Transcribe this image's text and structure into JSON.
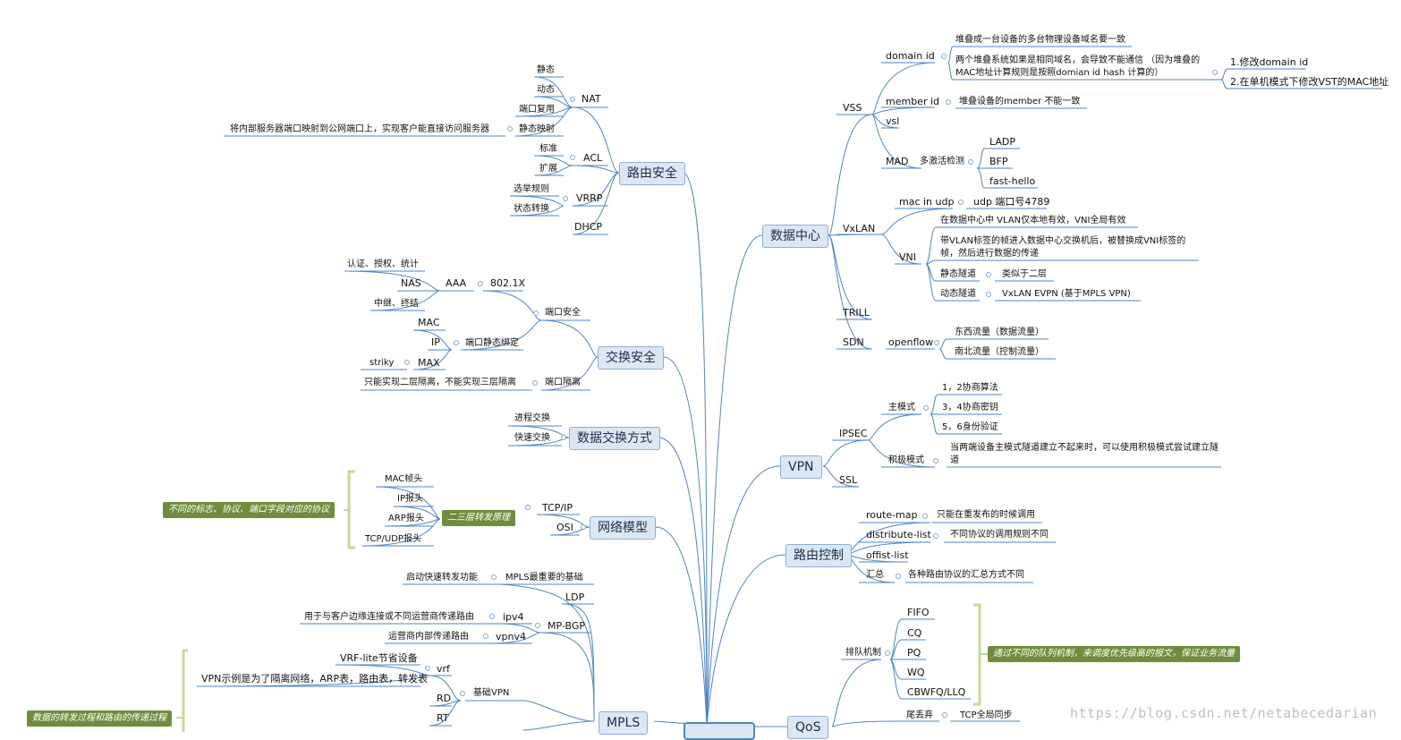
{
  "central_partial": "",
  "topics": {
    "routing_security": "路由安全",
    "switch_security": "交换安全",
    "data_switching": "数据交换方式",
    "network_model": "网络模型",
    "mpls": "MPLS",
    "datacenter": "数据中心",
    "vpn": "VPN",
    "route_control": "路由控制",
    "qos": "QoS"
  },
  "left": {
    "nat": {
      "label": "NAT",
      "children": [
        "静态",
        "动态",
        "端口复用",
        "静态映射"
      ],
      "static_map_detail": "将内部服务器端口映射到公网端口上，实现客户能直接访问服务器"
    },
    "acl": {
      "label": "ACL",
      "children": [
        "标准",
        "扩展"
      ]
    },
    "vrrp": {
      "label": "VRRP",
      "children": [
        "选举规则",
        "状态转换"
      ]
    },
    "dhcp": "DHCP",
    "port_security": "端口安全",
    "dot1x": "802.1X",
    "aaa": "AAA",
    "aaa_items": [
      "认证、授权、统计",
      "NAS",
      "中继、终结"
    ],
    "port_static_bind": "端口静态绑定",
    "bind_items": [
      "MAC",
      "IP",
      "MAX"
    ],
    "striky": "striky",
    "port_isolation": "端口隔离",
    "isolation_detail": "只能实现二层隔离，不能实现三层隔离",
    "switching_items": [
      "进程交换",
      "快速交换"
    ],
    "model_items": [
      "TCP/IP",
      "OSI"
    ],
    "l2_principle": "二三层转发原理",
    "header_items": [
      "MAC帧头",
      "IP报头",
      "ARP报头",
      "TCP/UDP报头"
    ],
    "header_note": "不同的标志、协议、端口字段对应的协议",
    "mpls_foundation": "MPLS最重要的基础",
    "fast_forward": "启动快速转发功能",
    "ldp": "LDP",
    "mpbgp": "MP-BGP",
    "ipv4": "ipv4",
    "ipv4_detail": "用于与客户边缘连接或不同运营商传递路由",
    "vpnv4": "vpnv4",
    "vpnv4_detail": "运营商内部传递路由",
    "basic_vpn": "基础VPN",
    "vrf": "vrf",
    "vrf_items": [
      "VRF-lite节省设备",
      "VPN示例是为了隔离网络，ARP表，路由表，转发表"
    ],
    "rd": "RD",
    "rt": "RT",
    "mpls_note": "数据的转发过程和路由的传递过程"
  },
  "right": {
    "vss": "VSS",
    "domain_id": "domain id",
    "domain_note1": "堆叠成一台设备的多台物理设备域名要一致",
    "domain_note2": "两个堆叠系统如果是相同域名，会导致不能通信 （因为堆叠的MAC地址计算规则是按照domian id hash 计算的）",
    "domain_fix1": "1.修改domain id",
    "domain_fix2": "2.在单机模式下修改VST的MAC地址",
    "member_id": "member id",
    "member_note": "堆叠设备的member 不能一致",
    "vsl": "vsl",
    "mad": "MAD",
    "mad_desc": "多激活检测",
    "mad_items": [
      "LADP",
      "BFP",
      "fast-hello"
    ],
    "vxlan": "VxLAN",
    "mac_in_udp": "mac in udp",
    "udp_port": "udp 端口号4789",
    "vni": "VNI",
    "vni_items": [
      "在数据中心中 VLAN仅本地有效，VNI全局有效",
      "带VLAN标签的帧进入数据中心交换机后，被替换成VNI标签的帧，然后进行数据的传递"
    ],
    "static_tunnel": "静态隧道",
    "static_tunnel_note": "类似于二层",
    "dynamic_tunnel": "动态隧道",
    "dynamic_tunnel_note": "VxLAN EVPN (基于MPLS VPN)",
    "trill": "TRILL",
    "sdn": "SDN",
    "openflow": "openflow",
    "flow_items": [
      "东西流量（数据流量）",
      "南北流量（控制流量）"
    ],
    "ipsec": "IPSEC",
    "main_mode": "主模式",
    "main_items": [
      "1，2协商算法",
      "3，4协商密钥",
      "5，6身份验证"
    ],
    "aggressive": "积极模式",
    "aggressive_note": "当两端设备主模式隧道建立不起来时，可以使用积极模式尝试建立隧道",
    "ssl": "SSL",
    "route_map": "route-map",
    "route_map_note": "只能在重发布的时候调用",
    "distribute_list": "distribute-list",
    "distribute_note": "不同协议的调用规则不同",
    "offset_list": "offist-list",
    "summary": "汇总",
    "summary_note": "各种路由协议的汇总方式不同",
    "queue": "排队机制",
    "queue_items": [
      "FIFO",
      "CQ",
      "PQ",
      "WQ",
      "CBWFQ/LLQ"
    ],
    "queue_note": "通过不同的队列机制，来调度优先级高的报文，保证业务流量",
    "tail_drop": "尾丢弃",
    "tail_drop_note": "TCP全局同步"
  },
  "watermark": "https://blog.csdn.net/netabecedarian",
  "colors": {
    "line": "#4e86c4",
    "topic_fill": "#dce7f4",
    "topic_border": "#8eaed4",
    "note": "#6f8e3d",
    "bracket": "#c5d89a"
  }
}
